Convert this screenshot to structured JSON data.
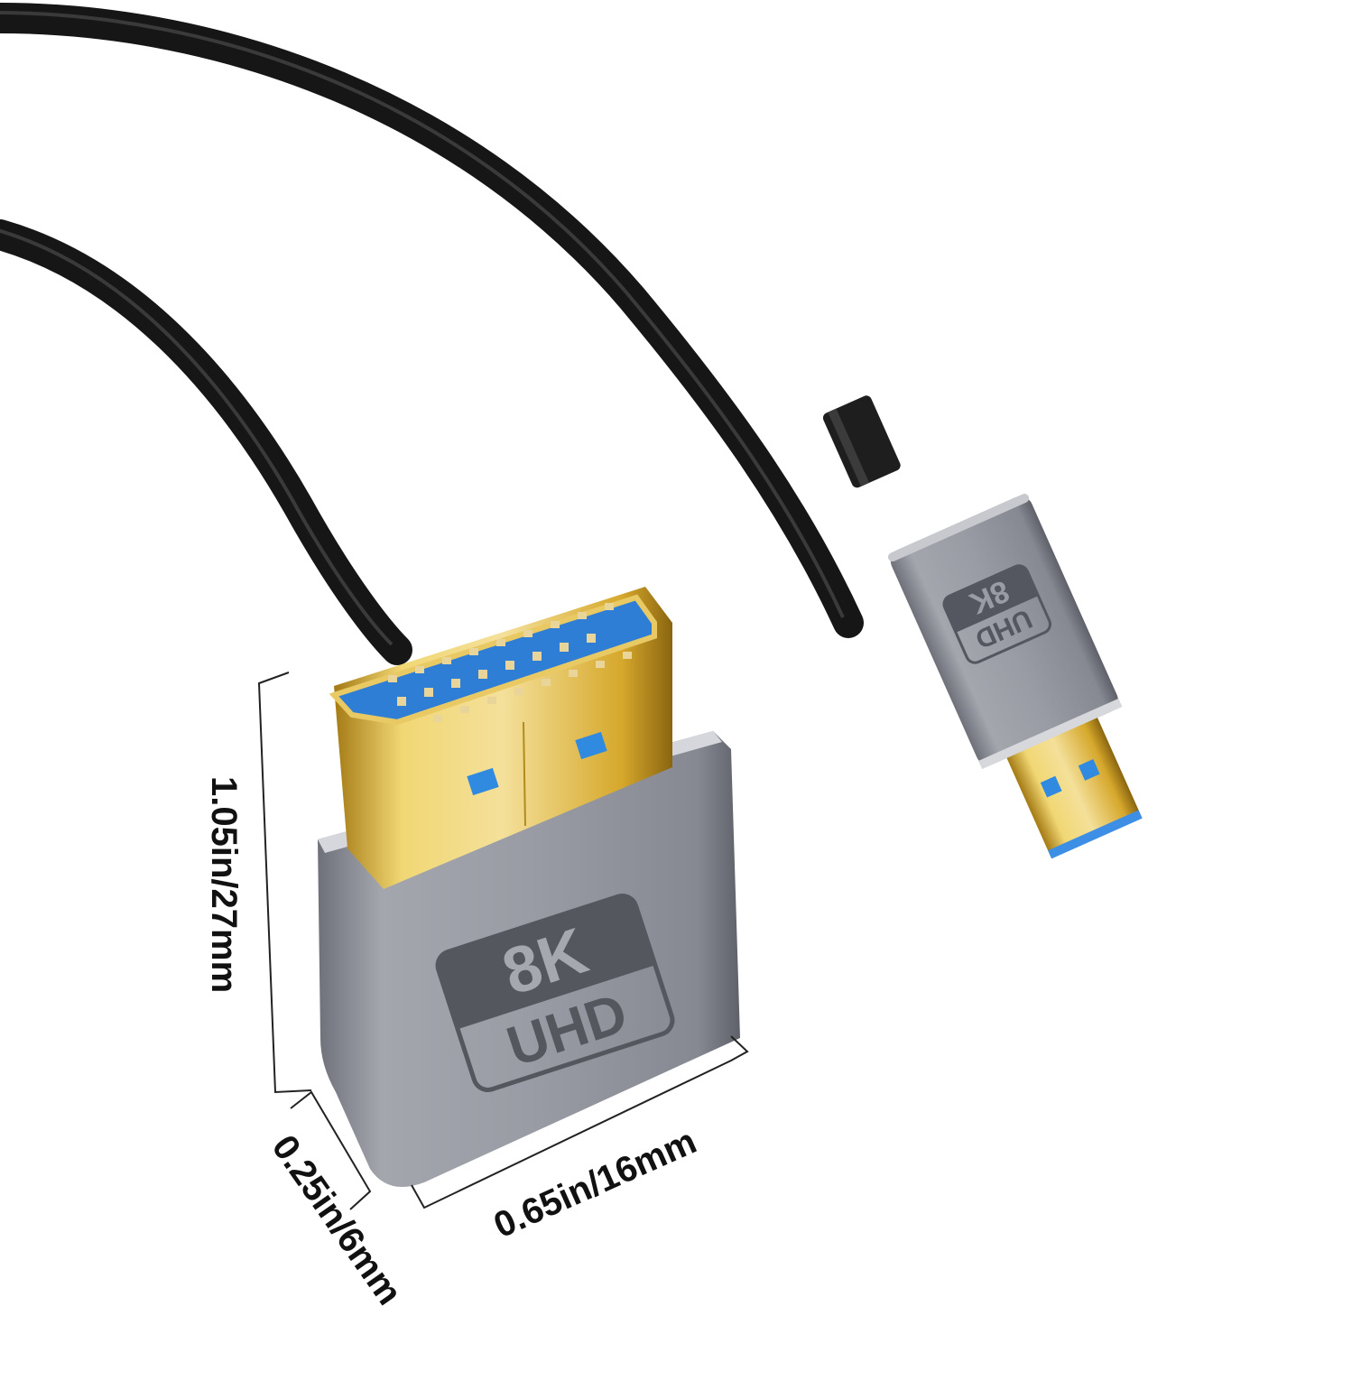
{
  "scene": {
    "subject": "HDMI to Micro HDMI cable",
    "background_color": "#ffffff",
    "cable_color": "#1c1c1c",
    "housing_color": "#8e9099",
    "gold_color": "#d9b23a",
    "blue_color": "#2f7fd6"
  },
  "large_connector": {
    "type": "HDMI",
    "logo_top": "8K",
    "logo_bottom": "UHD"
  },
  "small_connector": {
    "type": "Micro HDMI",
    "logo_top": "8K",
    "logo_bottom": "UHD"
  },
  "dimensions": {
    "height_label": "1.05in/27mm",
    "thickness_label": "0.25in/6mm",
    "width_label": "0.65in/16mm"
  }
}
